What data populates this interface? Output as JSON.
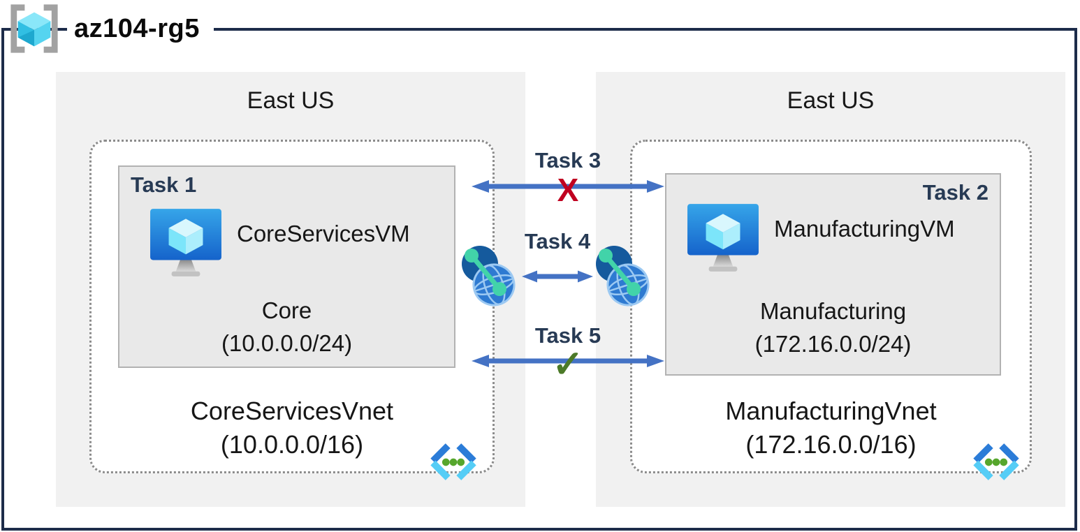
{
  "title": "az104-rg5",
  "regions": [
    {
      "name": "East US",
      "vnet": {
        "name": "CoreServicesVnet",
        "cidr": "(10.0.0.0/16)",
        "subnet": {
          "task_label": "Task 1",
          "vm_name": "CoreServicesVM",
          "name": "Core",
          "cidr": "(10.0.0.0/24)"
        }
      }
    },
    {
      "name": "East US",
      "vnet": {
        "name": "ManufacturingVnet",
        "cidr": "(172.16.0.0/16)",
        "subnet": {
          "task_label": "Task 2",
          "vm_name": "ManufacturingVM",
          "name": "Manufacturing",
          "cidr": "(172.16.0.0/24)"
        }
      }
    }
  ],
  "connections": [
    {
      "label": "Task 3",
      "type": "vm-to-vm-arrow",
      "status": "blocked",
      "marker": "X"
    },
    {
      "label": "Task 4",
      "type": "vnet-peering-arrow",
      "status": "peered",
      "marker": ""
    },
    {
      "label": "Task 5",
      "type": "vm-to-vm-arrow",
      "status": "allowed",
      "marker": "✓"
    }
  ],
  "icons": {
    "resource_group": "azure-resource-group",
    "vm": "azure-virtual-machine",
    "vnet": "azure-virtual-network",
    "peering": "azure-vnet-peering"
  },
  "colors": {
    "frame": "#1d2c4a",
    "region_fill": "#f1f1f1",
    "subnet_fill": "#e9e9e9",
    "arrow_blue": "#4472c4",
    "task_label": "#273a54",
    "blocked_x": "#c00020",
    "allowed_check": "#4c7a28"
  }
}
